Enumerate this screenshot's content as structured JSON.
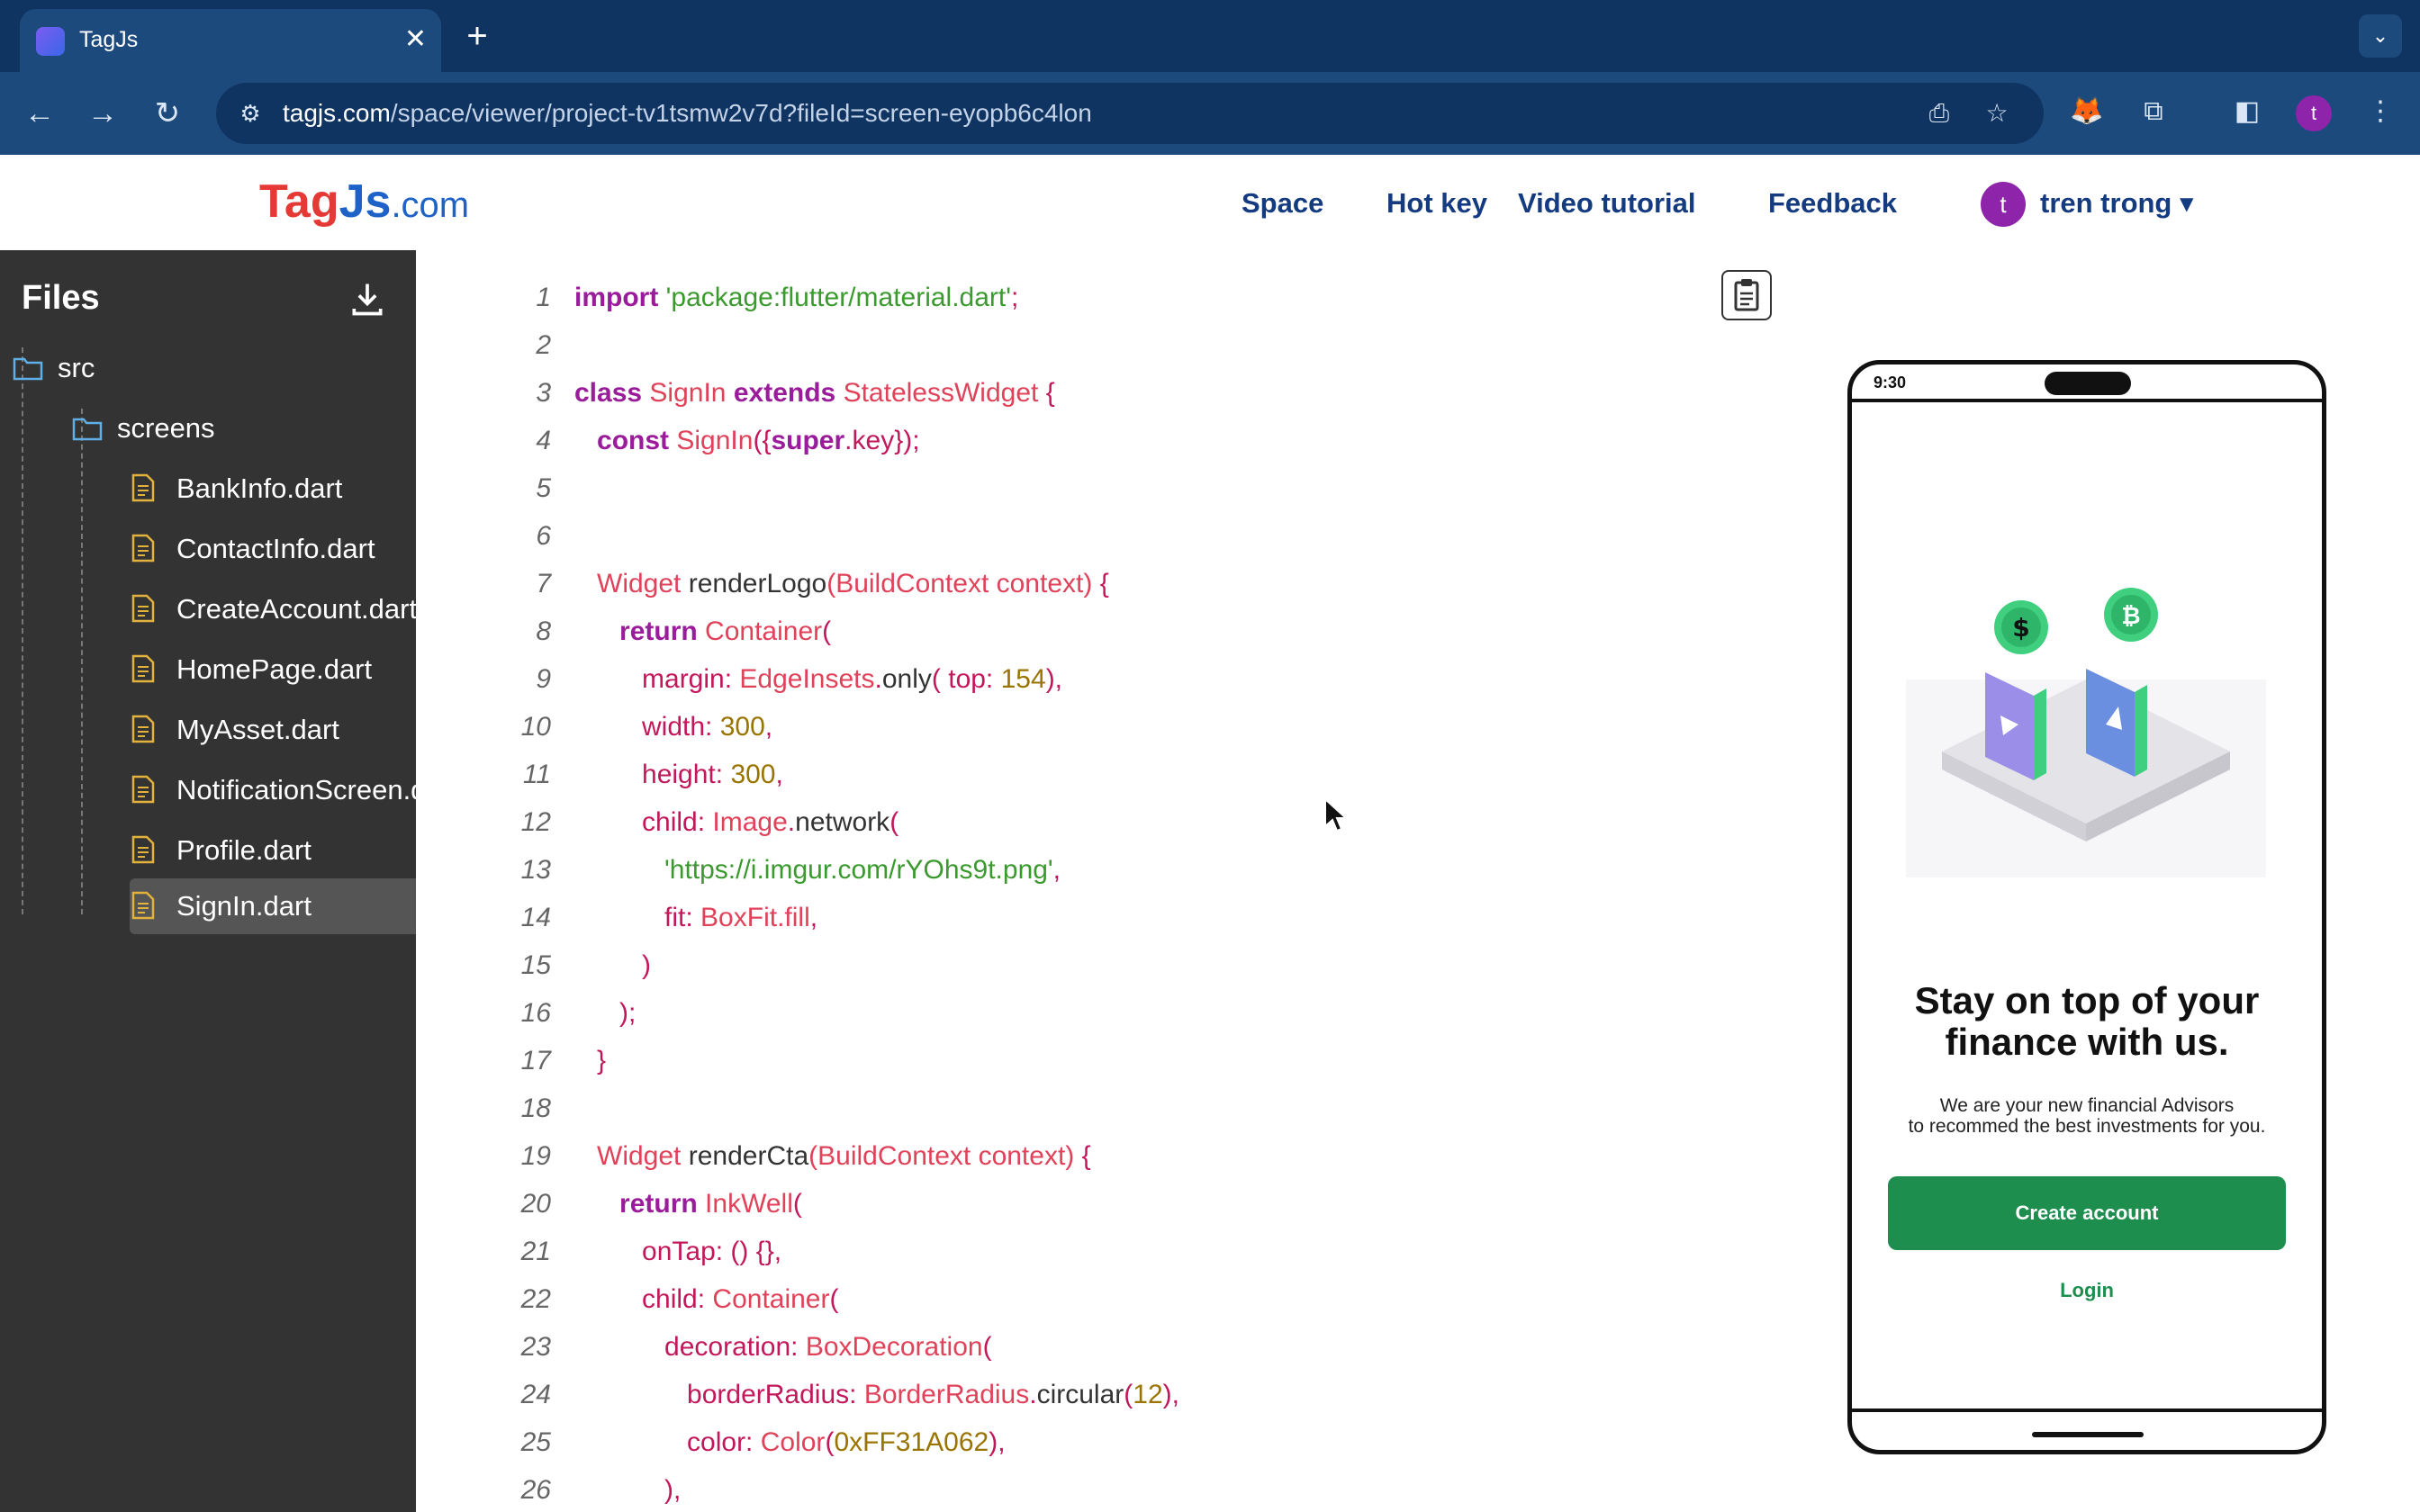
{
  "browser": {
    "tab_title": "TagJs",
    "url_host": "tagjs.com",
    "url_path": "/space/viewer/project-tv1tsmw2v7d?fileId=screen-eyopb6c4lon",
    "profile_initial": "t"
  },
  "site": {
    "logo_tag": "Tag",
    "logo_js": "Js",
    "logo_com": ".com",
    "nav": [
      "Space",
      "Hot key",
      "Video tutorial",
      "Feedback"
    ],
    "user_initial": "t",
    "user_name": "tren trong"
  },
  "sidebar": {
    "title": "Files",
    "folders": [
      "src",
      "screens"
    ],
    "files": [
      "BankInfo.dart",
      "ContactInfo.dart",
      "CreateAccount.dart",
      "HomePage.dart",
      "MyAsset.dart",
      "NotificationScreen.dart",
      "Profile.dart",
      "SignIn.dart"
    ],
    "active_file": "SignIn.dart"
  },
  "editor": {
    "lines": [
      "import 'package:flutter/material.dart';",
      "",
      "class SignIn extends StatelessWidget {",
      "  const SignIn({super.key});",
      "",
      "",
      "  Widget renderLogo(BuildContext context) {",
      "    return Container(",
      "      margin: EdgeInsets.only( top: 154),",
      "      width: 300,",
      "      height: 300,",
      "      child: Image.network(",
      "        'https://i.imgur.com/rYOhs9t.png',",
      "        fit: BoxFit.fill,",
      "      )",
      "    );",
      "  }",
      "",
      "  Widget renderCta(BuildContext context) {",
      "    return InkWell(",
      "      onTap: () {},",
      "      child: Container(",
      "        decoration: BoxDecoration(",
      "          borderRadius: BorderRadius.circular(12),",
      "          color: Color(0xFF31A062),",
      "        ),"
    ]
  },
  "preview": {
    "time": "9:30",
    "title_line1": "Stay on top of your",
    "title_line2": "finance with us.",
    "subtitle_line1": "We are your new financial Advisors",
    "subtitle_line2": "to recommed the best investments for you.",
    "cta_label": "Create account",
    "login_label": "Login",
    "accent_color": "#1e8e4f"
  }
}
